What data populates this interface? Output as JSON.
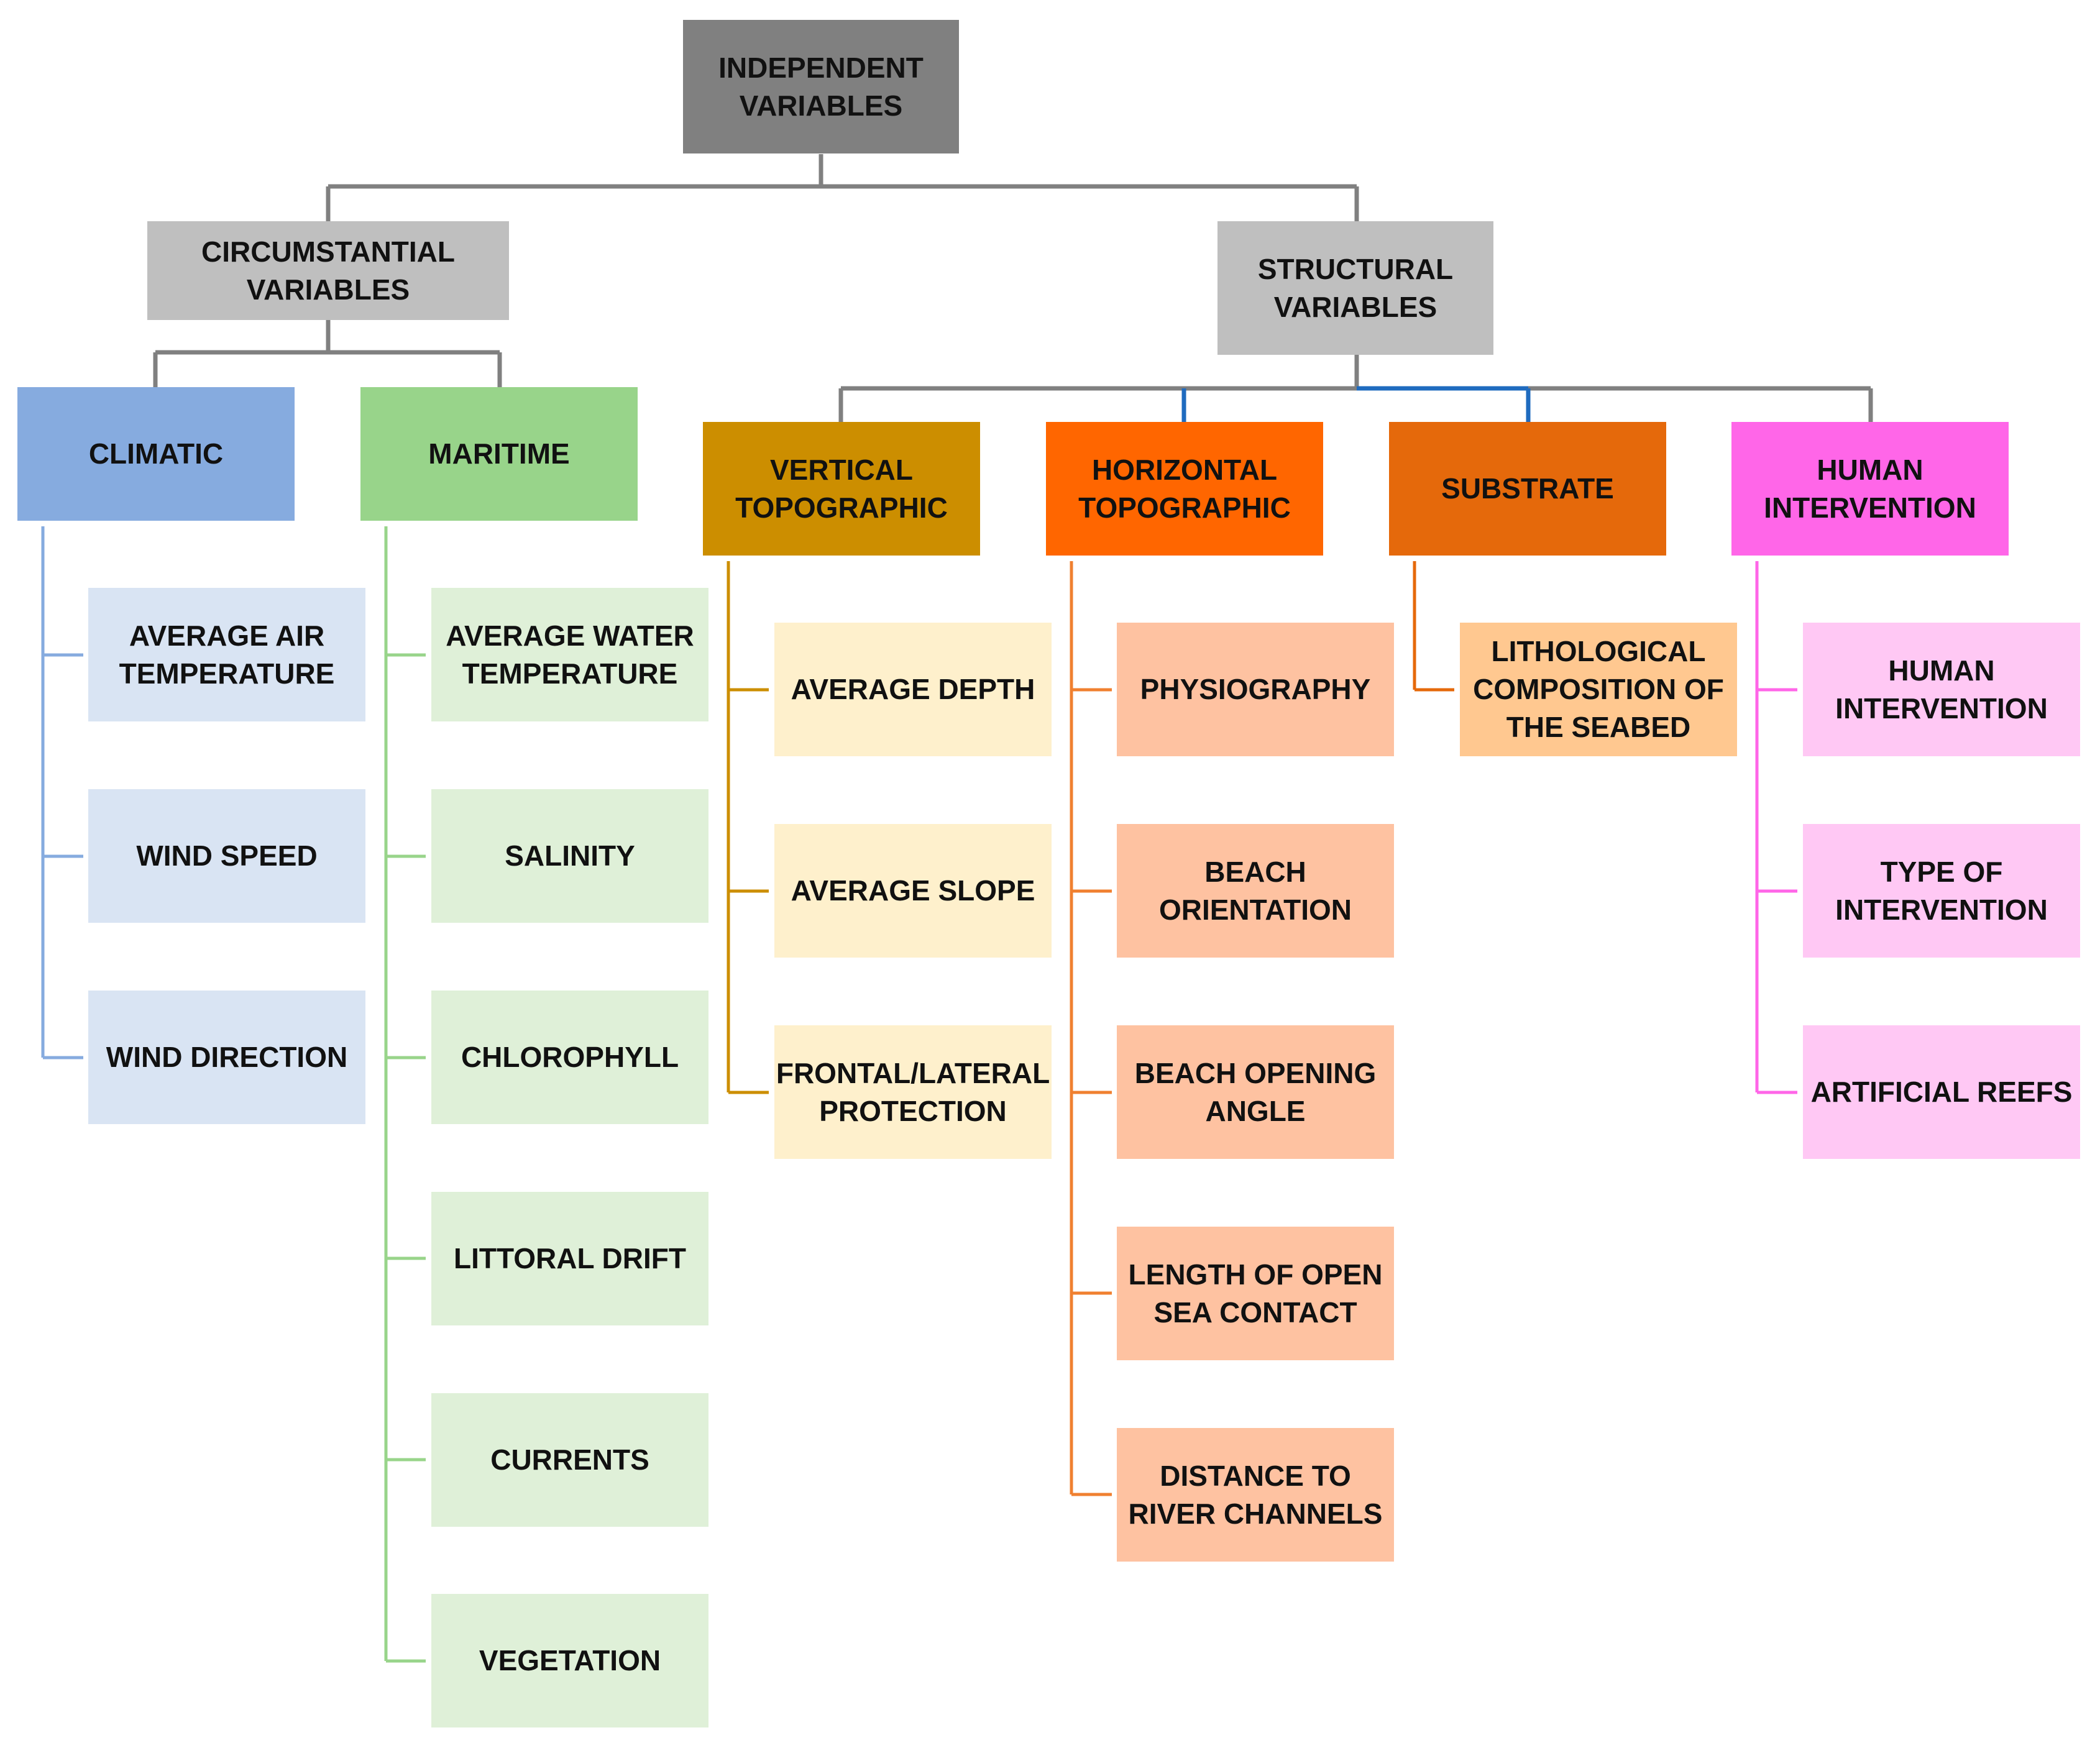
{
  "root": {
    "label": "INDEPENDENT\nVARIABLES",
    "color": "#808080"
  },
  "groups": [
    {
      "label": "CIRCUMSTANTIAL\nVARIABLES",
      "color": "#bfbfbf",
      "categories": [
        {
          "label": "CLIMATIC",
          "color": "#86abdf",
          "line_color": "#86abdf",
          "item_color": "#d9e4f3",
          "items": [
            "AVERAGE AIR\nTEMPERATURE",
            "WIND SPEED",
            "WIND DIRECTION"
          ]
        },
        {
          "label": "MARITIME",
          "color": "#98d48a",
          "line_color": "#98d48a",
          "item_color": "#dff0d8",
          "items": [
            "AVERAGE WATER\nTEMPERATURE",
            "SALINITY",
            "CHLOROPHYLL",
            "LITTORAL DRIFT",
            "CURRENTS",
            "VEGETATION"
          ]
        }
      ]
    },
    {
      "label": "STRUCTURAL\nVARIABLES",
      "color": "#bfbfbf",
      "categories": [
        {
          "label": "VERTICAL\nTOPOGRAPHIC",
          "color": "#cc8e00",
          "line_color": "#cc8e00",
          "item_color": "#fef0cc",
          "items": [
            "AVERAGE DEPTH",
            "AVERAGE SLOPE",
            "FRONTAL/LATERAL\nPROTECTION"
          ]
        },
        {
          "label": "HORIZONTAL\nTOPOGRAPHIC",
          "color": "#ff6600",
          "line_color": "#f08030",
          "item_color": "#fec2a1",
          "items": [
            "PHYSIOGRAPHY",
            "BEACH\nORIENTATION",
            "BEACH OPENING\nANGLE",
            "LENGTH OF OPEN\nSEA CONTACT",
            "DISTANCE TO\nRIVER CHANNELS"
          ]
        },
        {
          "label": "SUBSTRATE",
          "color": "#e5690b",
          "line_color": "#e5690b",
          "item_color": "#ffc890",
          "items": [
            "LITHOLOGICAL\nCOMPOSITION OF\nTHE SEABED"
          ]
        },
        {
          "label": "HUMAN\nINTERVENTION",
          "color": "#ff66e8",
          "line_color": "#ff66e8",
          "item_color": "#ffc8f4",
          "items": [
            "HUMAN\nINTERVENTION",
            "TYPE OF\nINTERVENTION",
            "ARTIFICIAL REEFS"
          ]
        }
      ]
    }
  ],
  "connector_color": "#808080",
  "accent_connector_color": "#1f6bbf"
}
